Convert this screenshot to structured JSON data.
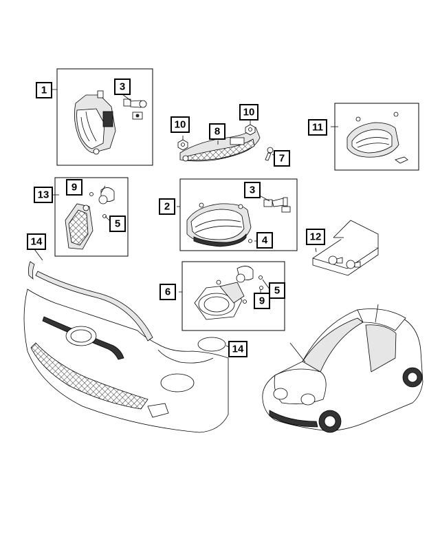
{
  "callouts": {
    "c1": "1",
    "c2": "2",
    "c3a": "3",
    "c3b": "3",
    "c4": "4",
    "c5a": "5",
    "c5b": "5",
    "c6": "6",
    "c7": "7",
    "c8": "8",
    "c9a": "9",
    "c9b": "9",
    "c10a": "10",
    "c10b": "10",
    "c11": "11",
    "c12": "12",
    "c13": "13",
    "c14a": "14",
    "c14b": "14"
  }
}
